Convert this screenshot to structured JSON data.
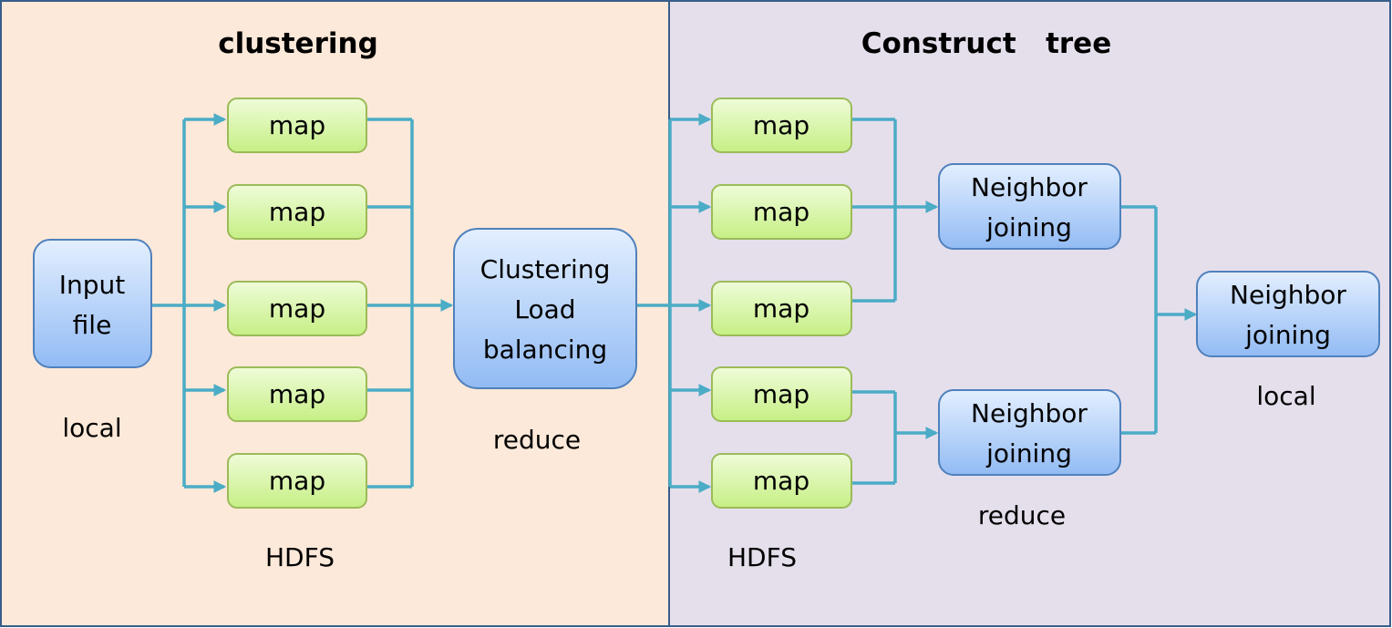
{
  "panels": {
    "left": {
      "title": "clustering",
      "fill": "#fde9d9"
    },
    "right": {
      "title": "Construct   tree",
      "fill": "#e5dfec"
    }
  },
  "colors": {
    "connector": "#4bacc6",
    "map_fill": "#d7f4a8",
    "process_fill": "#b7d3f9",
    "border": "#385d8a"
  },
  "left": {
    "input": {
      "line1": "Input",
      "line2": "file",
      "caption": "local"
    },
    "maps": [
      "map",
      "map",
      "map",
      "map",
      "map"
    ],
    "maps_caption": "HDFS",
    "reducer": {
      "line1": "Clustering",
      "line2": "Load",
      "line3": "balancing",
      "caption": "reduce"
    }
  },
  "right": {
    "maps": [
      "map",
      "map",
      "map",
      "map",
      "map"
    ],
    "maps_caption": "HDFS",
    "nj_top": {
      "line1": "Neighbor",
      "line2": "joining"
    },
    "nj_bottom": {
      "line1": "Neighbor",
      "line2": "joining"
    },
    "nj_caption": "reduce",
    "final": {
      "line1": "Neighbor",
      "line2": "joining",
      "caption": "local"
    }
  }
}
